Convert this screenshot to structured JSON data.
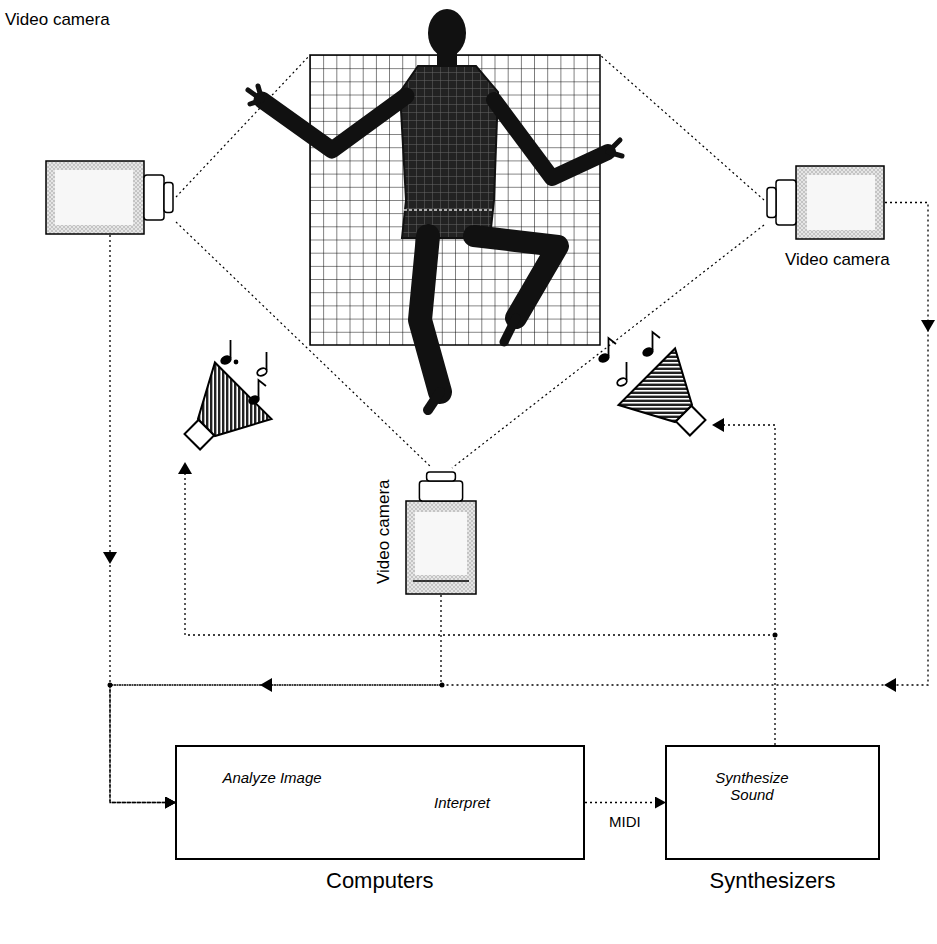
{
  "diagram": {
    "nodes": [
      {
        "text": [
          "Video camera"
        ]
      },
      {
        "text": [
          "Video camera"
        ]
      },
      {
        "text": [
          "Video camera"
        ]
      },
      {
        "text": [
          "Analyze Image",
          "Interpret",
          "Computers"
        ]
      },
      {
        "text": [
          "Synthesize Sound",
          "Synthesizers"
        ]
      }
    ],
    "edges": [
      {
        "from": 0,
        "to": 3,
        "arrow": "to"
      },
      {
        "from": 1,
        "to": 3,
        "arrow": "to"
      },
      {
        "from": 2,
        "to": 3,
        "arrow": "to"
      },
      {
        "from": 3,
        "to": 4,
        "label": "MIDI",
        "arrow": "to"
      }
    ]
  }
}
